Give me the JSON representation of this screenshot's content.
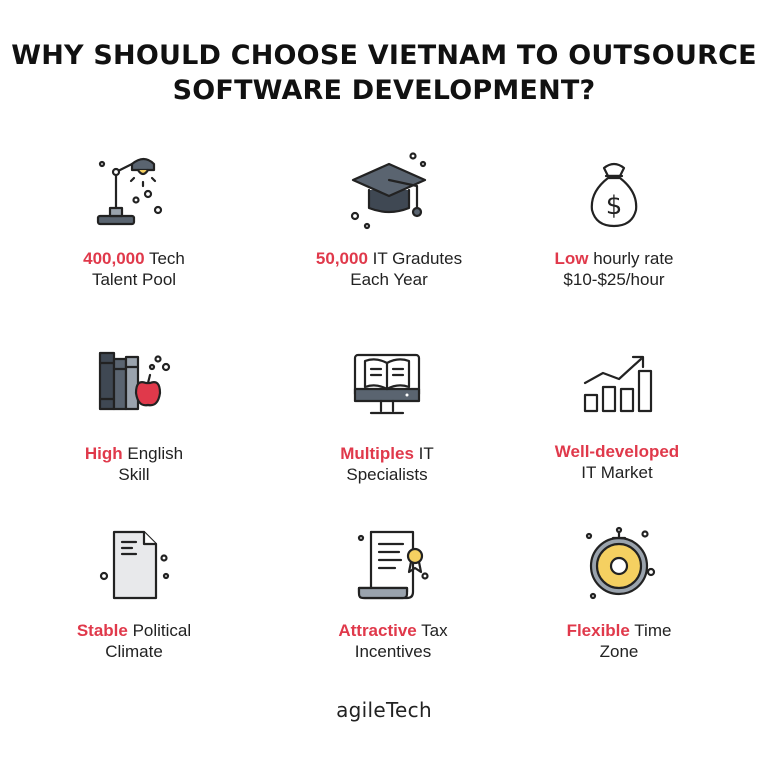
{
  "title": {
    "line1": "WHY SHOULD CHOOSE VIETNAM TO OUTSOURCE",
    "line2": "SOFTWARE DEVELOPMENT?"
  },
  "items": [
    {
      "highlight": "400,000",
      "rest1": " Tech",
      "line2": "Talent Pool",
      "icon": "desk-lamp-icon"
    },
    {
      "highlight": "50,000",
      "rest1": " IT Gradutes",
      "line2": "Each Year",
      "icon": "graduation-cap-icon"
    },
    {
      "highlight": "Low",
      "rest1": " hourly rate",
      "line2": "$10-$25/hour",
      "icon": "money-bag-icon"
    },
    {
      "highlight": "High",
      "rest1": " English",
      "line2": "Skill",
      "icon": "books-apple-icon"
    },
    {
      "highlight": "Multiples",
      "rest1": " IT",
      "line2": "Specialists",
      "icon": "computer-book-icon"
    },
    {
      "highlight": "Well-developed",
      "rest1": "",
      "line2": "IT Market",
      "icon": "growth-chart-icon"
    },
    {
      "highlight": "Stable",
      "rest1": " Political",
      "line2": "Climate",
      "icon": "document-icon"
    },
    {
      "highlight": "Attractive",
      "rest1": " Tax",
      "line2": "Incentives",
      "icon": "certificate-scroll-icon"
    },
    {
      "highlight": "Flexible",
      "rest1": " Time",
      "line2": "Zone",
      "icon": "clock-icon"
    }
  ],
  "footer": {
    "brand1": "agile",
    "brand2": "Tech"
  },
  "colors": {
    "accent": "#e0394b",
    "icon_gray": "#5a6470",
    "icon_yellow": "#f5d061"
  }
}
